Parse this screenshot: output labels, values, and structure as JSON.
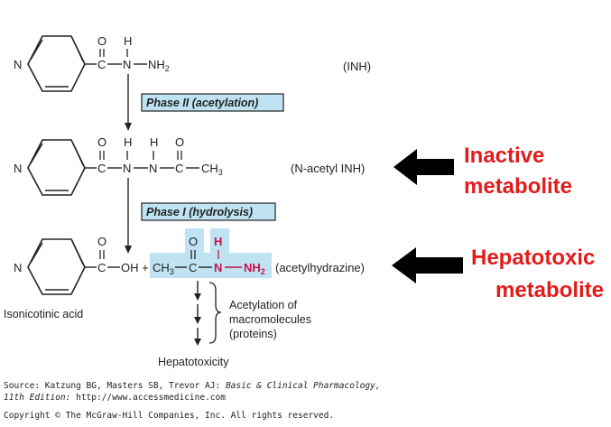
{
  "molecules": {
    "inh": {
      "nitrogen": "N",
      "carbonyl_o": "O",
      "amide_h": "H",
      "carbonyl_c": "C",
      "amide_n": "N",
      "nh2": "NH",
      "nh2_sub": "2",
      "label": "(INH)"
    },
    "phase2_label": "Phase II (acetylation)",
    "acetyl_inh": {
      "nitrogen": "N",
      "o1": "O",
      "h1": "H",
      "h2": "H",
      "o2": "O",
      "c1": "C",
      "n1": "N",
      "n2": "N",
      "c2": "C",
      "ch3": "CH",
      "ch3_sub": "3",
      "label": "(N-acetyl INH)"
    },
    "phase1_label": "Phase I (hydrolysis)",
    "hydrolysis": {
      "nitrogen": "N",
      "acid_o": "O",
      "acid_c": "C",
      "oh_plus": "OH +",
      "ch3": "CH",
      "ch3_sub": "3",
      "acetyl_c": "C",
      "acetyl_o": "O",
      "h_red": "H",
      "n_red": "N",
      "nh2_red": "NH",
      "nh2_sub": "2",
      "label": "(acetylhydrazine)",
      "acid_name": "Isonicotinic acid"
    },
    "acetylation_note": [
      "Acetylation of",
      "macromolecules",
      "(proteins)"
    ],
    "outcome": "Hepatotoxicity"
  },
  "annotations": {
    "inactive": [
      "Inactive",
      "metabolite"
    ],
    "hepatotoxic": [
      "Hepatotoxic",
      "metabolite"
    ]
  },
  "citation": {
    "source_prefix": "Source: Katzung BG, Masters SB, Trevor AJ: ",
    "source_title": "Basic & Clinical Pharmacology,",
    "edition": "11th Edition:",
    "url": "http://www.accessmedicine.com",
    "copyright": "Copyright © The McGraw-Hill Companies, Inc. All rights reserved."
  },
  "colors": {
    "highlight": "#bfe3f2",
    "label_box": "#bfe3f2",
    "red_text": "#e31b1b",
    "red_atoms": "#c8104a"
  }
}
